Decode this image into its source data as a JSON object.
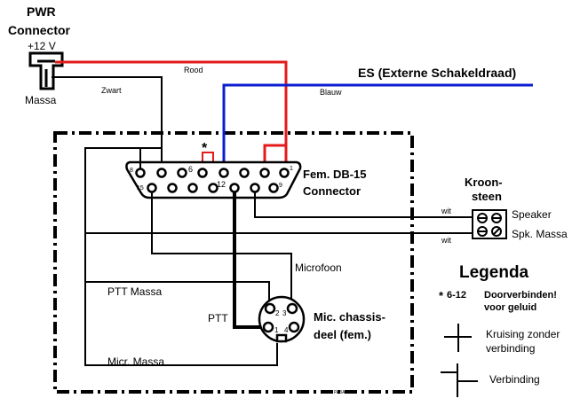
{
  "colors": {
    "red_wire": "#e31b1b",
    "blue_wire": "#0a1ed0",
    "black_wire": "#000000",
    "background": "#ffffff"
  },
  "power": {
    "title_line1": "PWR",
    "title_line2": "Connector",
    "plus_label": "+12 V",
    "ground_label": "Massa",
    "red_wire_label": "Rood",
    "black_wire_label": "Zwart"
  },
  "es": {
    "title": "ES (Externe Schakeldraad)",
    "wire_label": "Blauw"
  },
  "db15": {
    "title_line1": "Fem. DB-15",
    "title_line2": "Connector",
    "pin_labels": {
      "p1": "1",
      "p6": "6",
      "p8": "8",
      "p9": "9",
      "p12": "12",
      "p15": "15"
    },
    "bridge_mark": "*"
  },
  "kroonsteen": {
    "title_line1": "Kroon-",
    "title_line2": "steen",
    "speaker_label": "Speaker",
    "speaker_ground_label": "Spk. Massa",
    "wire1_label": "wit",
    "wire2_label": "wit"
  },
  "mic": {
    "wire_microfoon": "Microfoon",
    "wire_ptt_massa": "PTT Massa",
    "wire_ptt": "PTT",
    "wire_micr_massa": "Micr. Massa",
    "title_line1": "Mic. chassis-",
    "title_line2": "deel (fem.)",
    "pin_labels": {
      "p1": "1",
      "p2": "2",
      "p3": "3",
      "p4": "4"
    }
  },
  "legend": {
    "title": "Legenda",
    "note_mark": "*",
    "note_pins": "6-12",
    "note_line1": "Doorverbinden!",
    "note_line2": "voor geluid",
    "crossing_line1": "Kruising zonder",
    "crossing_line2": "verbinding",
    "junction_label": "Verbinding"
  },
  "footer": {
    "code": "PA3AYI"
  }
}
